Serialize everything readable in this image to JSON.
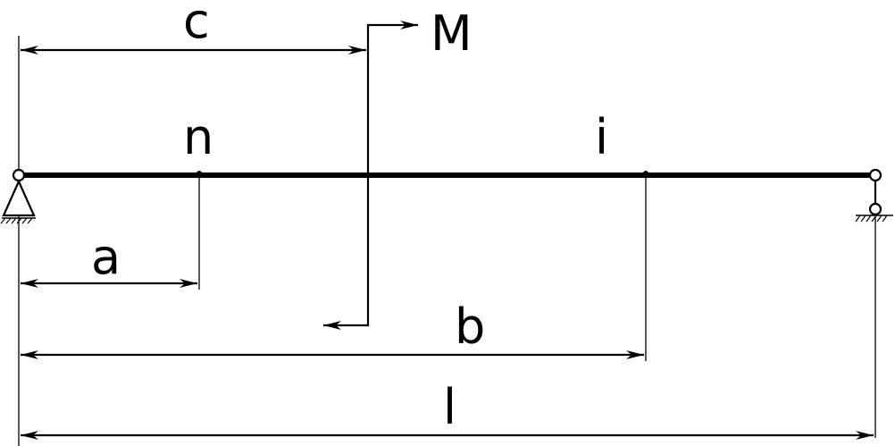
{
  "labels": {
    "c": "c",
    "M": "M",
    "n": "n",
    "i": "i",
    "a": "a",
    "b": "b",
    "l": "l"
  },
  "colors": {
    "stroke": "#000000",
    "background": "#ffffff"
  }
}
